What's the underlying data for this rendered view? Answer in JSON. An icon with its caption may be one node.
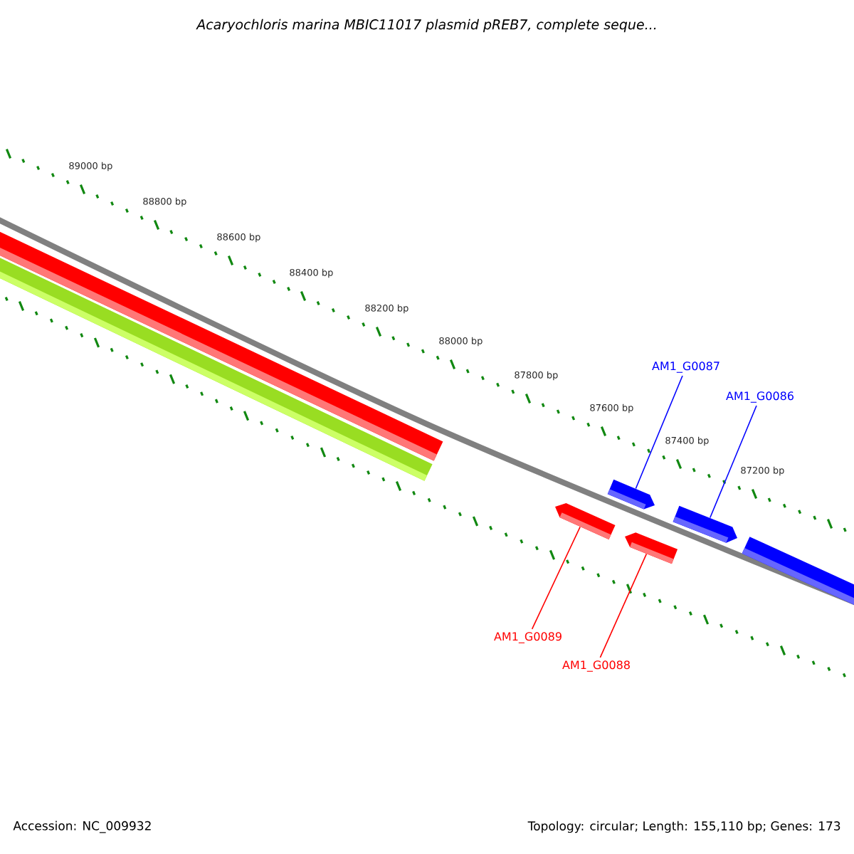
{
  "diagram": {
    "title": "Acaryochloris marina MBIC11017 plasmid pREB7, complete seque...",
    "nodes": [
      {
        "text": [
          "AM1_G0087"
        ]
      },
      {
        "text": [
          "AM1_G0086"
        ]
      },
      {
        "text": [
          "AM1_G0089"
        ]
      },
      {
        "text": [
          "AM1_G0088"
        ]
      },
      {
        "text": [],
        "shape": "bar"
      },
      {
        "text": [],
        "shape": "bar"
      },
      {
        "text": [],
        "shape": "pentagon"
      },
      {
        "text": [],
        "shape": "pentagon"
      },
      {
        "text": [],
        "shape": "pentagon"
      },
      {
        "text": [],
        "shape": "pentagon"
      },
      {
        "text": [],
        "shape": "bar"
      }
    ],
    "edges": [
      {
        "from": 0,
        "to": 7,
        "arrow": "none",
        "color": "#0000ff"
      },
      {
        "from": 1,
        "to": 9,
        "arrow": "none",
        "color": "#0000ff"
      },
      {
        "from": 2,
        "to": 6,
        "arrow": "none",
        "color": "#ff0000"
      },
      {
        "from": 3,
        "to": 8,
        "arrow": "none",
        "color": "#ff0000"
      }
    ],
    "labels": [
      "89000 bp",
      "88800 bp",
      "88600 bp",
      "88400 bp",
      "88200 bp",
      "88000 bp",
      "87800 bp",
      "87600 bp",
      "87400 bp",
      "87200 bp",
      "Accession: NC_009932",
      "Topology: circular; Length: 155,110 bp; Genes: 173"
    ]
  }
}
